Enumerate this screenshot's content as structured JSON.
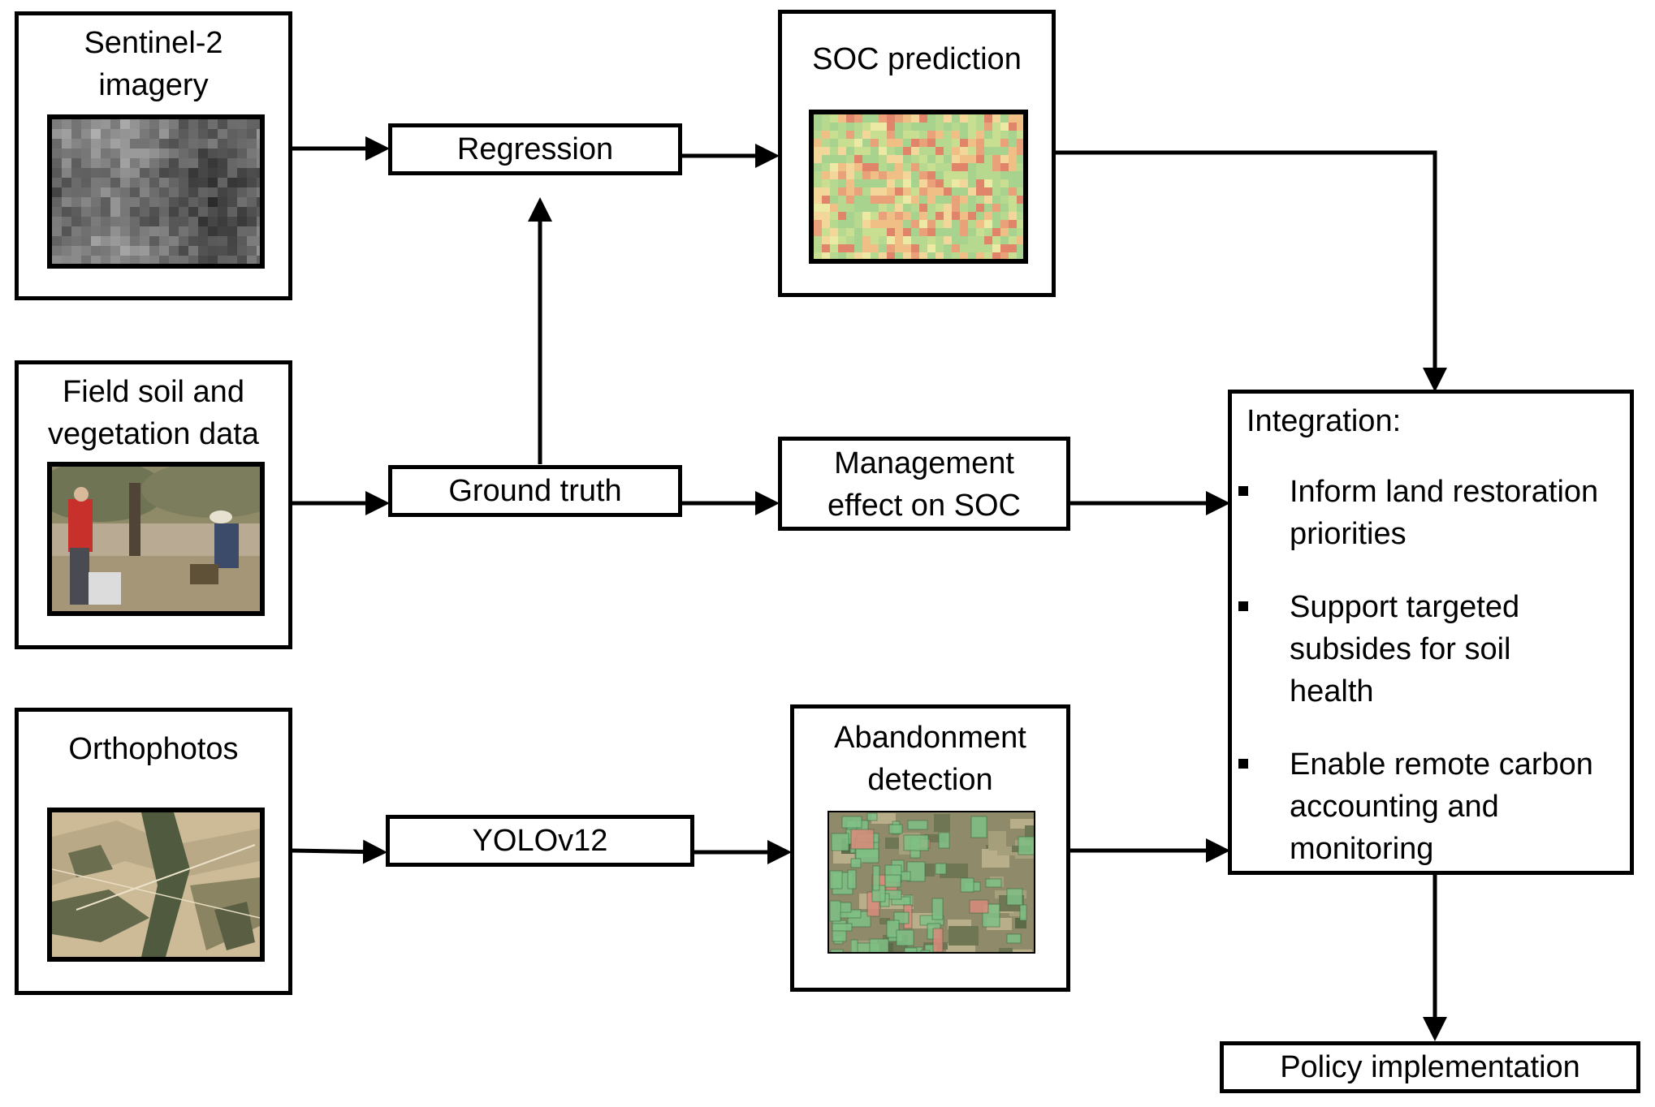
{
  "nodes": {
    "sentinel": "Sentinel-2\nimagery",
    "field": "Field soil and\nvegetation data",
    "ortho": "Orthophotos",
    "regression": "Regression",
    "ground_truth": "Ground truth",
    "yolo": "YOLOv12",
    "soc_prediction": "SOC prediction",
    "management": "Management\neffect on SOC",
    "abandonment": "Abandonment\ndetection",
    "policy": "Policy implementation"
  },
  "integration": {
    "title": "Integration:",
    "items": [
      "Inform land restoration\npriorities",
      "Support targeted\nsubsides for soil\nhealth",
      "Enable remote carbon\naccounting and\nmonitoring"
    ]
  },
  "colors": {
    "line": "#000000",
    "soc_green": "#a8d38f",
    "soc_red": "#e8886a",
    "field_green": "#7fbf85",
    "field_red": "#d98a7a"
  }
}
